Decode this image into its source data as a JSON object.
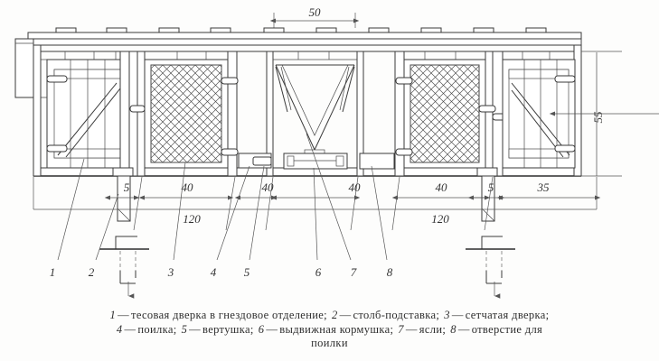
{
  "figure": {
    "title_semantic": "hutch-elevation-drawing",
    "type": "technical-line-drawing"
  },
  "dimensions": {
    "top": {
      "value": "50",
      "name": "top-dimension-50"
    },
    "right": {
      "value": "55",
      "name": "right-dimension-55"
    },
    "bottom_row": [
      {
        "value": "5",
        "name": "dim-post-left-5"
      },
      {
        "value": "40",
        "name": "dim-bay-1-40"
      },
      {
        "value": "40",
        "name": "dim-bay-2-40"
      },
      {
        "value": "40",
        "name": "dim-bay-3-40"
      },
      {
        "value": "40",
        "name": "dim-bay-4-40"
      },
      {
        "value": "5",
        "name": "dim-post-right-5"
      },
      {
        "value": "35",
        "name": "dim-end-35"
      }
    ],
    "totals": [
      {
        "value": "120",
        "name": "dim-total-left-120"
      },
      {
        "value": "120",
        "name": "dim-total-right-120"
      }
    ]
  },
  "callouts": [
    {
      "key": "1",
      "name": "callout-1"
    },
    {
      "key": "2",
      "name": "callout-2"
    },
    {
      "key": "3",
      "name": "callout-3"
    },
    {
      "key": "4",
      "name": "callout-4"
    },
    {
      "key": "5",
      "name": "callout-5"
    },
    {
      "key": "6",
      "name": "callout-6"
    },
    {
      "key": "7",
      "name": "callout-7"
    },
    {
      "key": "8",
      "name": "callout-8"
    }
  ],
  "caption": {
    "line1": [
      {
        "key": "1",
        "text": "тесовая дверка в гнездовое отделение;"
      },
      {
        "key": "2",
        "text": "столб-подставка;"
      },
      {
        "key": "3",
        "text": "сетчатая дверка;"
      }
    ],
    "line2": [
      {
        "key": "4",
        "text": "поилка;"
      },
      {
        "key": "5",
        "text": "вертушка;"
      },
      {
        "key": "6",
        "text": "выдвижная кормушка;"
      },
      {
        "key": "7",
        "text": "ясли;"
      },
      {
        "key": "8",
        "text": "отверстие для"
      }
    ],
    "line3": "поилки",
    "dash": "—"
  },
  "colors": {
    "ink": "#3a3a3a",
    "ink_dark": "#2d2d2d",
    "dim": "#555555",
    "paper": "#fdfdfc"
  }
}
